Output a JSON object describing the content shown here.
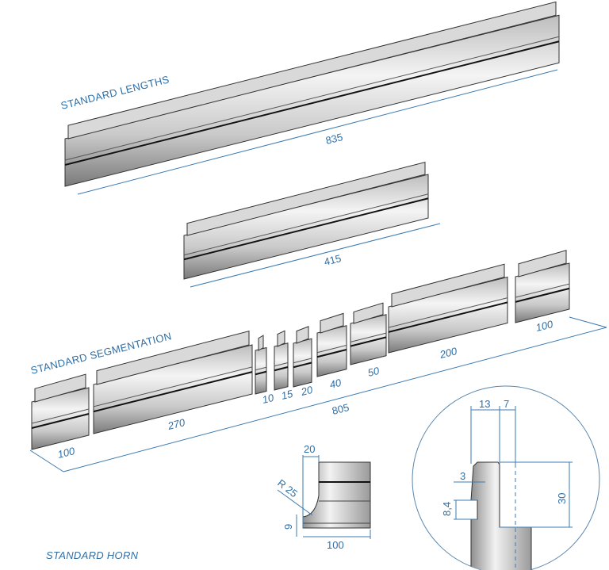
{
  "headings": {
    "standard_lengths": "STANDARD LENGTHS",
    "standard_segmentation": "STANDARD SEGMENTATION",
    "standard_horn": "STANDARD HORN"
  },
  "lengths": [
    "835",
    "415"
  ],
  "segments": [
    "100",
    "270",
    "10",
    "15",
    "20",
    "40",
    "50",
    "200",
    "100"
  ],
  "segmentation_total": "805",
  "horn": {
    "width_top": "20",
    "radius": "R 25",
    "height": "9",
    "length": "100"
  },
  "detail": {
    "d13": "13",
    "d7": "7",
    "d3": "3",
    "d84": "8,4",
    "d30": "30"
  },
  "colors": {
    "dimension": "#2f6fa6",
    "steel_light": "#f2f2f2",
    "steel_dark": "#8a8a8a"
  }
}
